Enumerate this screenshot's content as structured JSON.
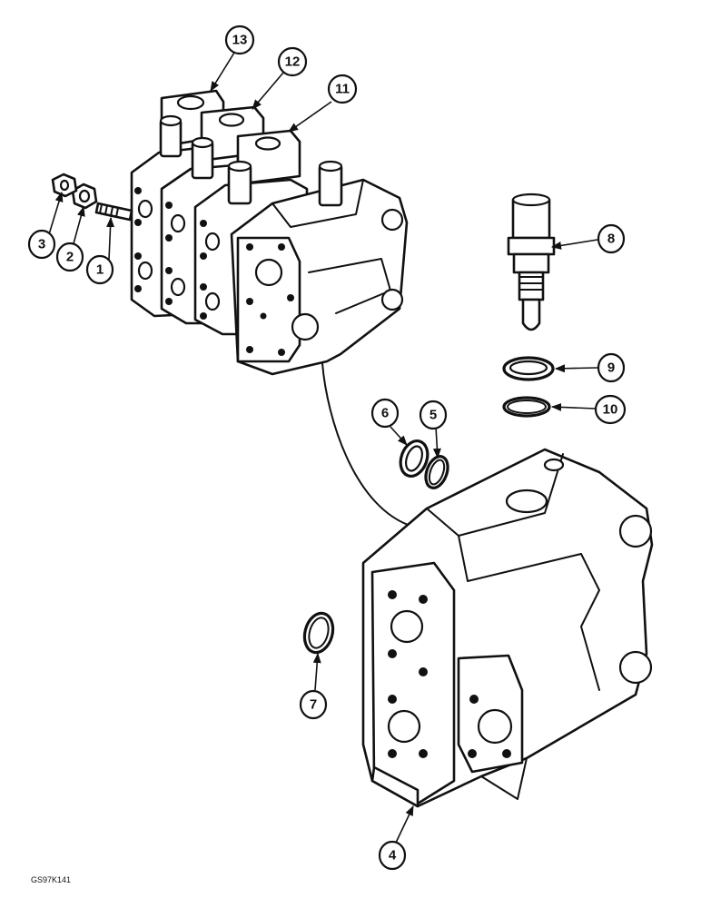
{
  "diagram": {
    "reference_code": "GS97K141",
    "callouts": [
      {
        "id": "1",
        "label": "1"
      },
      {
        "id": "2",
        "label": "2"
      },
      {
        "id": "3",
        "label": "3"
      },
      {
        "id": "4",
        "label": "4"
      },
      {
        "id": "5",
        "label": "5"
      },
      {
        "id": "6",
        "label": "6"
      },
      {
        "id": "7",
        "label": "7"
      },
      {
        "id": "8",
        "label": "8"
      },
      {
        "id": "9",
        "label": "9"
      },
      {
        "id": "10",
        "label": "10"
      },
      {
        "id": "11",
        "label": "11"
      },
      {
        "id": "12",
        "label": "12"
      },
      {
        "id": "13",
        "label": "13"
      }
    ]
  }
}
